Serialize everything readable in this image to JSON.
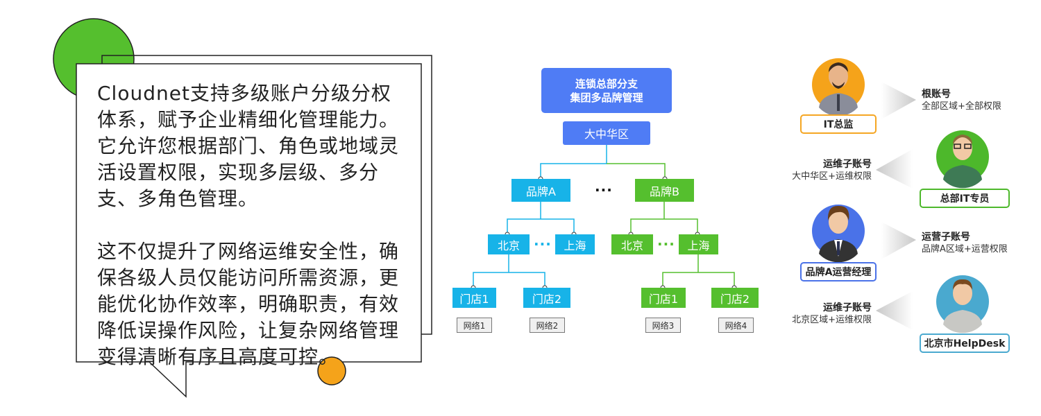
{
  "intro": {
    "paragraph1": "Cloudnet支持多级账户分级分权体系，赋予企业精细化管理能力。它允许您根据部门、角色或地域灵活设置权限，实现多层级、多分支、多角色管理。",
    "paragraph2": "这不仅提升了网络运维安全性，确保各级人员仅能访问所需资源，更能优化协作效率，明确职责，有效降低误操作风险，让复杂网络管理变得清晰有序且高度可控。"
  },
  "tree": {
    "root_line1": "连锁总部分支",
    "root_line2": "集团多品牌管理",
    "region": "大中华区",
    "brand_a": "品牌A",
    "brand_b": "品牌B",
    "ellipsis": "···",
    "a_city1": "北京",
    "a_city2": "上海",
    "b_city1": "北京",
    "b_city2": "上海",
    "a_store1": "门店1",
    "a_store2": "门店2",
    "b_store1": "门店1",
    "b_store2": "门店2",
    "networks": [
      "网络1",
      "网络2",
      "网络3",
      "网络4"
    ]
  },
  "roles": [
    {
      "name": "IT总监",
      "account": "根账号",
      "scope": "全部区域+全部权限",
      "color": "#f5a623"
    },
    {
      "name": "总部IT专员",
      "account": "运维子账号",
      "scope": "大中华区+运维权限",
      "color": "#4db82b"
    },
    {
      "name": "品牌A运营经理",
      "account": "运营子账号",
      "scope": "品牌A区域+运营权限",
      "color": "#4a72e8"
    },
    {
      "name": "北京市HelpDesk",
      "account": "运维子账号",
      "scope": "北京区域+运维权限",
      "color": "#4aa9cf"
    }
  ]
}
